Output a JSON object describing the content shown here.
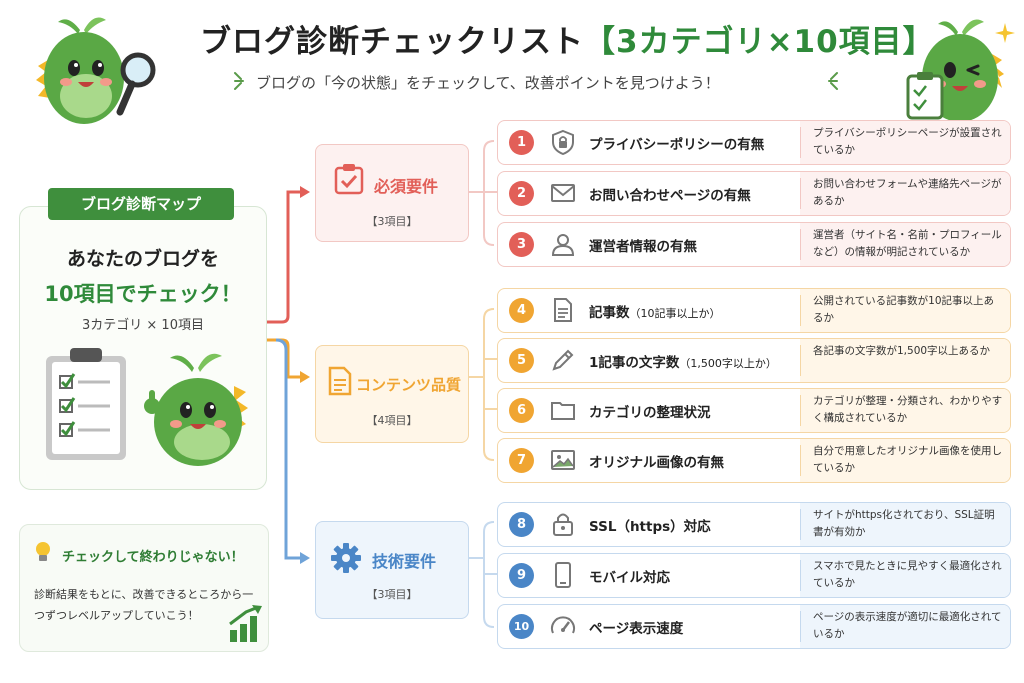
{
  "header": {
    "title_main": "ブログ診断チェックリスト",
    "title_accent": "【3カテゴリ×10項目】",
    "subtitle": "ブログの「今の状態」をチェックして、改善ポイントを見つけよう！"
  },
  "map": {
    "ribbon": "ブログ診断マップ",
    "line1": "あなたのブログを",
    "line2": "10項目でチェック！",
    "line3": "3カテゴリ × 10項目"
  },
  "tip": {
    "title": "チェックして終わりじゃない！",
    "body": "診断結果をもとに、改善できるところから一つずつレベルアップしていこう！"
  },
  "categories": [
    {
      "label": "必須要件",
      "count": "【3項目】",
      "color": "#e25f58",
      "icon": "clipboard-check-icon"
    },
    {
      "label": "コンテンツ品質",
      "count": "【4項目】",
      "color": "#f0a532",
      "icon": "document-icon"
    },
    {
      "label": "技術要件",
      "count": "【3項目】",
      "color": "#4a86c7",
      "icon": "gear-icon"
    }
  ],
  "items": [
    {
      "num": "1",
      "label": "プライバシーポリシーの有無",
      "label_small": "",
      "desc": "プライバシーポリシーページが設置されているか",
      "icon": "shield-lock-icon"
    },
    {
      "num": "2",
      "label": "お問い合わせページの有無",
      "label_small": "",
      "desc": "お問い合わせフォームや連絡先ページがあるか",
      "icon": "mail-icon"
    },
    {
      "num": "3",
      "label": "運営者情報の有無",
      "label_small": "",
      "desc": "運営者（サイト名・名前・プロフィールなど）の情報が明記されているか",
      "icon": "user-icon"
    },
    {
      "num": "4",
      "label": "記事数",
      "label_small": "（10記事以上か）",
      "desc": "公開されている記事数が10記事以上あるか",
      "icon": "file-icon"
    },
    {
      "num": "5",
      "label": "1記事の文字数",
      "label_small": "（1,500字以上か）",
      "desc": "各記事の文字数が1,500字以上あるか",
      "icon": "pencil-icon"
    },
    {
      "num": "6",
      "label": "カテゴリの整理状況",
      "label_small": "",
      "desc": "カテゴリが整理・分類され、わかりやすく構成されているか",
      "icon": "folder-icon"
    },
    {
      "num": "7",
      "label": "オリジナル画像の有無",
      "label_small": "",
      "desc": "自分で用意したオリジナル画像を使用しているか",
      "icon": "image-icon"
    },
    {
      "num": "8",
      "label": "SSL（https）対応",
      "label_small": "",
      "desc": "サイトがhttps化されており、SSL証明書が有効か",
      "icon": "padlock-icon"
    },
    {
      "num": "9",
      "label": "モバイル対応",
      "label_small": "",
      "desc": "スマホで見たときに見やすく最適化されているか",
      "icon": "smartphone-icon"
    },
    {
      "num": "10",
      "label": "ページ表示速度",
      "label_small": "",
      "desc": "ページの表示速度が適切に最適化されているか",
      "icon": "speedometer-icon"
    }
  ]
}
